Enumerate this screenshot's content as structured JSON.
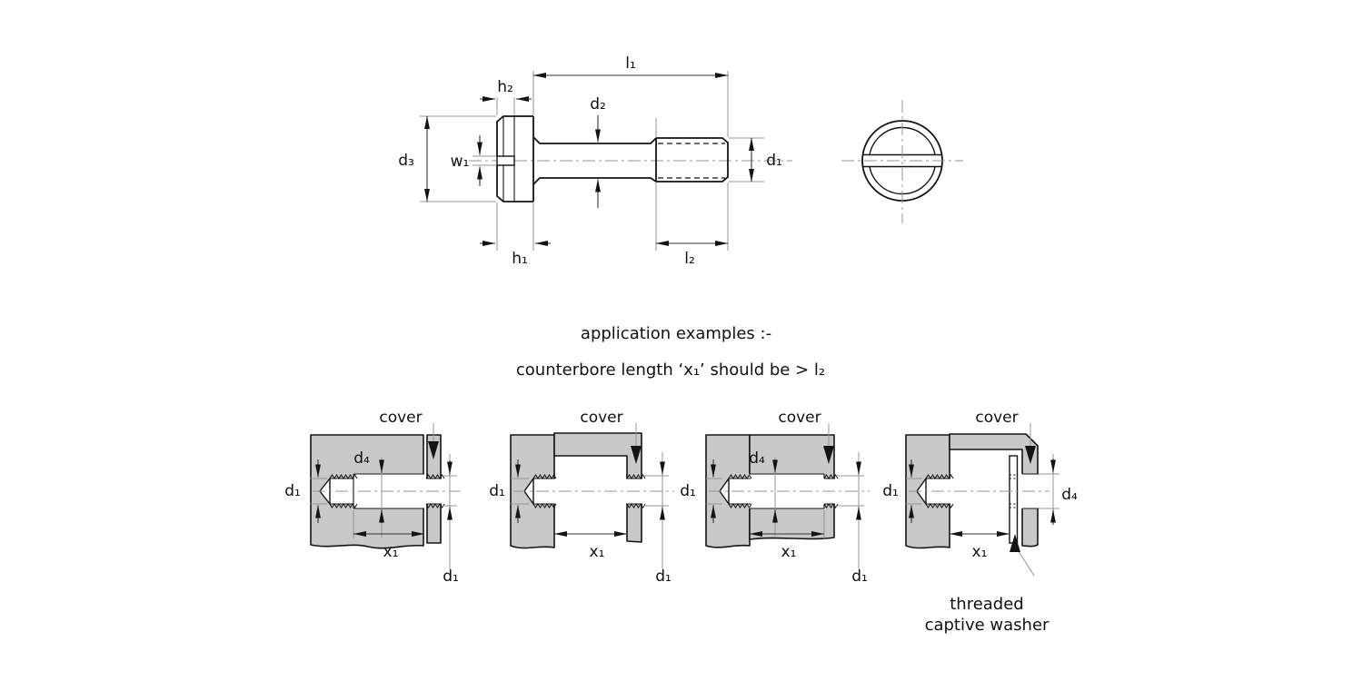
{
  "colors": {
    "material_fill": "#c9c9c9",
    "object_line": "#141414",
    "thin_line": "#949494",
    "background": "#ffffff"
  },
  "main_view": {
    "labels": {
      "h2": "h₂",
      "l1": "l₁",
      "d2": "d₂",
      "d3": "d₃",
      "w1": "w₁",
      "d1": "d₁",
      "h1": "h₁",
      "l2": "l₂"
    }
  },
  "note": {
    "line1": "application examples :-",
    "line2": "counterbore length ‘x₁’ should be  > l₂"
  },
  "examples": [
    {
      "cover": "cover",
      "d1_left": "d₁",
      "d4": "d₄",
      "x1": "x₁",
      "d1_right": "d₁"
    },
    {
      "cover": "cover",
      "d1_left": "d₁",
      "x1": "x₁",
      "d1_right": "d₁"
    },
    {
      "cover": "cover",
      "d1_left": "d₁",
      "d4": "d₄",
      "x1": "x₁",
      "d1_right": "d₁"
    },
    {
      "cover": "cover",
      "d1_left": "d₁",
      "x1": "x₁",
      "d4_right": "d₄",
      "washer_label_line1": "threaded",
      "washer_label_line2": "captive washer"
    }
  ]
}
